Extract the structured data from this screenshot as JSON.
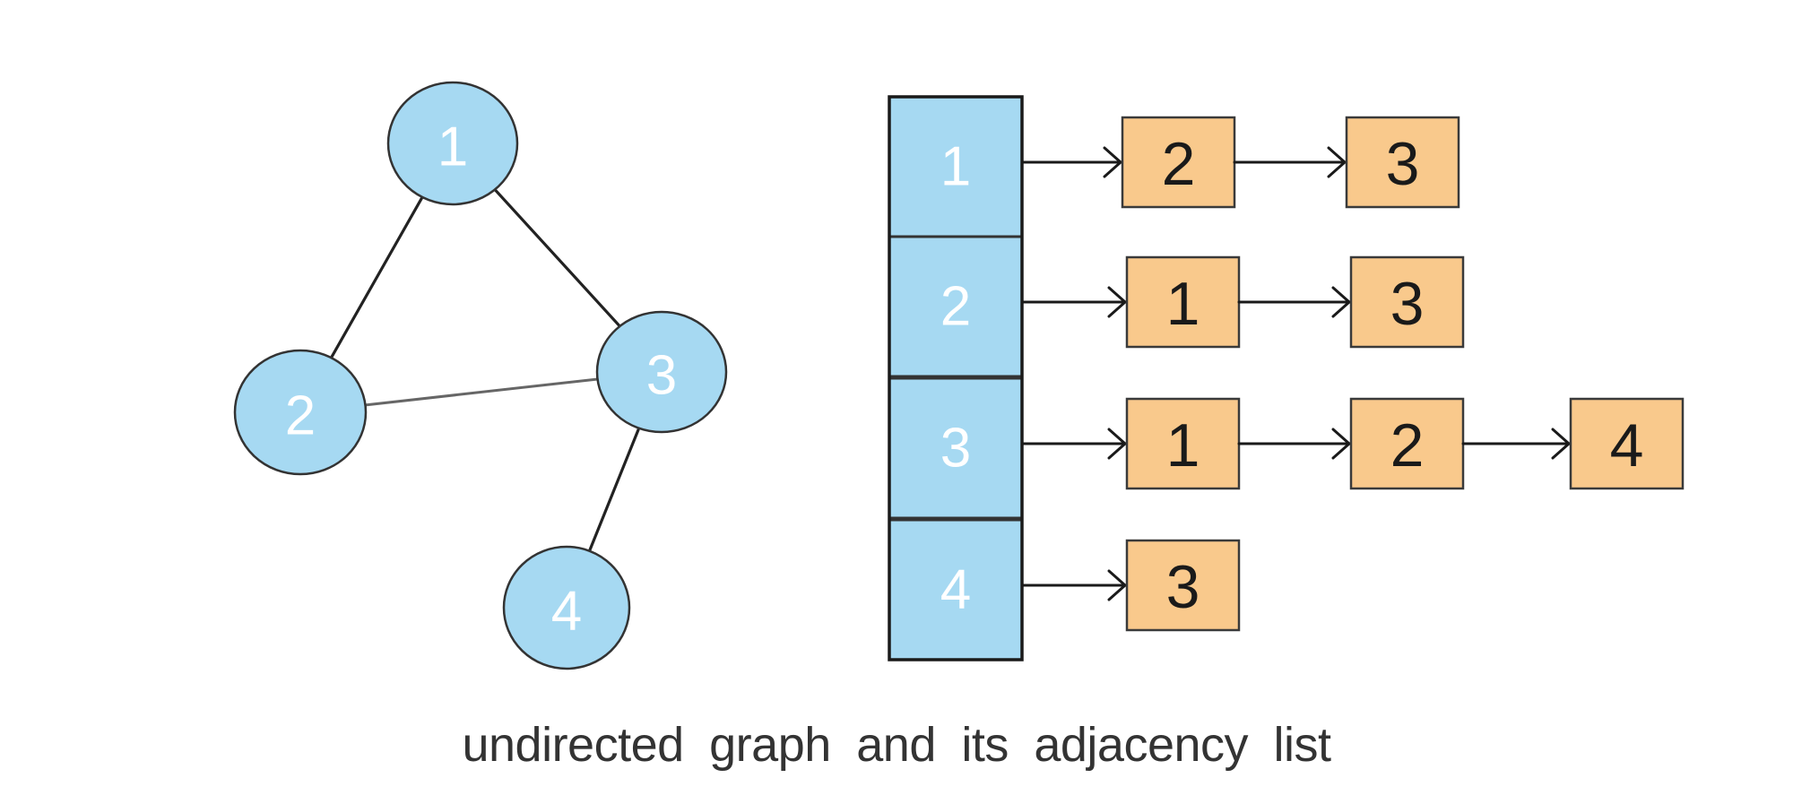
{
  "graph": {
    "nodes": [
      "1",
      "2",
      "3",
      "4"
    ],
    "edges": [
      [
        "1",
        "2"
      ],
      [
        "1",
        "3"
      ],
      [
        "2",
        "3"
      ],
      [
        "3",
        "4"
      ]
    ]
  },
  "adjacency_list": [
    {
      "vertex": "1",
      "neighbors": [
        "2",
        "3"
      ]
    },
    {
      "vertex": "2",
      "neighbors": [
        "1",
        "3"
      ]
    },
    {
      "vertex": "3",
      "neighbors": [
        "1",
        "2",
        "4"
      ]
    },
    {
      "vertex": "4",
      "neighbors": [
        "3"
      ]
    }
  ],
  "caption": "undirected graph and its adjacency list",
  "colors": {
    "node_fill": "#a6d9f2",
    "list_box_fill": "#f9c98c",
    "outline": "#333333"
  }
}
